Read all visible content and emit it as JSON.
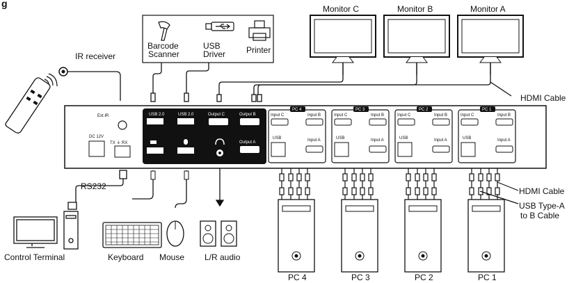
{
  "title": "g",
  "monitors": [
    {
      "label": "Monitor C"
    },
    {
      "label": "Monitor B"
    },
    {
      "label": "Monitor A"
    }
  ],
  "peripherals_top": {
    "barcode": "Barcode\nScanner",
    "barcode_l1": "Barcode",
    "barcode_l2": "Scanner",
    "usb_l1": "USB",
    "usb_l2": "Driver",
    "printer": "Printer"
  },
  "ir_receiver": "IR receiver",
  "hdmi_cable_top": "HDMI Cable",
  "hdmi_cable_bottom": "HDMI Cable",
  "usb_cable_l1": "USB Type-A",
  "usb_cable_l2": "to B Cable",
  "rs232": "RS232",
  "bottom_labels": {
    "control": "Control Terminal",
    "keyboard": "Keyboard",
    "mouse": "Mouse",
    "audio": "L/R audio"
  },
  "front_panel": {
    "ext_ir": "Ext.IR",
    "dc": "DC 12V",
    "txrx": "TX ⏚ RX",
    "usb20a": "USB 2.0",
    "usb20b": "USB 2.0",
    "out_c": "Output C",
    "out_b": "Output B",
    "out_a": "Output A"
  },
  "pc_blocks": [
    {
      "tag": "PC 4",
      "in_c": "Input C",
      "in_b": "Input B",
      "usb": "USB",
      "in_a": "Input A"
    },
    {
      "tag": "PC 3",
      "in_c": "Input C",
      "in_b": "Input B",
      "usb": "USB",
      "in_a": "Input A"
    },
    {
      "tag": "PC 2",
      "in_c": "Input C",
      "in_b": "Input B",
      "usb": "USB",
      "in_a": "Input A"
    },
    {
      "tag": "PC 1",
      "in_c": "Input C",
      "in_b": "Input B",
      "usb": "USB",
      "in_a": "Input A"
    }
  ],
  "pcs": [
    {
      "label": "PC 4"
    },
    {
      "label": "PC 3"
    },
    {
      "label": "PC 2"
    },
    {
      "label": "PC 1"
    }
  ]
}
